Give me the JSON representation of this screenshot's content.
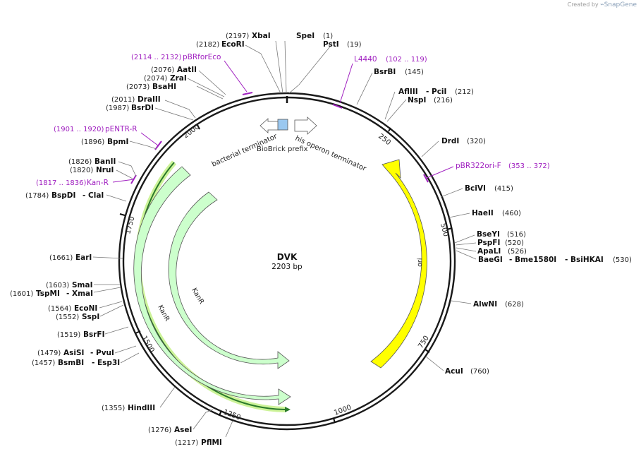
{
  "credit": {
    "prefix": "Created by",
    "brand": "SnapGene"
  },
  "plasmid": {
    "name": "DVK",
    "length_label": "2203 bp",
    "length": 2203
  },
  "ticks": [
    "250",
    "500",
    "750",
    "1000",
    "1250",
    "1500",
    "1750",
    "2000"
  ],
  "features": [
    {
      "label": "ori",
      "color": "#ffff00"
    },
    {
      "label": "KanR",
      "color": "#ccffcc"
    },
    {
      "label": "KanR",
      "color": "#ccffcc"
    },
    {
      "label": "KanR",
      "color": "#ccffcc"
    },
    {
      "label": "bacterial terminator"
    },
    {
      "label": "BioBrick prefix"
    },
    {
      "label": "his operon terminator"
    }
  ],
  "enzymes": [
    {
      "pos": "(2197)",
      "name": "XbaI"
    },
    {
      "pos": "(1)",
      "name": "SpeI"
    },
    {
      "pos": "(2182)",
      "name": "EcoRI"
    },
    {
      "pos": "(19)",
      "name": "PstI"
    },
    {
      "pos": "(2076)",
      "name": "AatII"
    },
    {
      "pos": "(2074)",
      "name": "ZraI"
    },
    {
      "pos": "(2073)",
      "name": "BsaHI"
    },
    {
      "pos": "(2011)",
      "name": "DraIII"
    },
    {
      "pos": "(1987)",
      "name": "BsrDI"
    },
    {
      "pos": "(1896)",
      "name": "BpmI"
    },
    {
      "pos": "(1826)",
      "name": "BanII"
    },
    {
      "pos": "(1820)",
      "name": "NruI"
    },
    {
      "pos": "(1784)",
      "name": "BspDI",
      "extra": "- ClaI"
    },
    {
      "pos": "(1661)",
      "name": "EarI"
    },
    {
      "pos": "(1603)",
      "name": "SmaI"
    },
    {
      "pos": "(1601)",
      "name": "TspMI",
      "extra": "- XmaI"
    },
    {
      "pos": "(1564)",
      "name": "EcoNI"
    },
    {
      "pos": "(1552)",
      "name": "SspI"
    },
    {
      "pos": "(1519)",
      "name": "BsrFI"
    },
    {
      "pos": "(1479)",
      "name": "AsiSI",
      "extra": "- PvuI"
    },
    {
      "pos": "(1457)",
      "name": "BsmBI",
      "extra": "- Esp3I"
    },
    {
      "pos": "(1355)",
      "name": "HindIII"
    },
    {
      "pos": "(1276)",
      "name": "AseI"
    },
    {
      "pos": "(1217)",
      "name": "PflMI"
    },
    {
      "pos": "(145)",
      "name": "BsrBI"
    },
    {
      "pos": "(212)",
      "name": "AflIII",
      "extra": "- PciI"
    },
    {
      "pos": "(216)",
      "name": "NspI"
    },
    {
      "pos": "(320)",
      "name": "DrdI"
    },
    {
      "pos": "(415)",
      "name": "BciVI"
    },
    {
      "pos": "(460)",
      "name": "HaeII"
    },
    {
      "pos": "(516)",
      "name": "BseYI"
    },
    {
      "pos": "(520)",
      "name": "PspFI"
    },
    {
      "pos": "(526)",
      "name": "ApaLI"
    },
    {
      "pos": "(530)",
      "name": "BaeGI",
      "extra": "- Bme1580I",
      "extra2": "- BsiHKAI"
    },
    {
      "pos": "(628)",
      "name": "AlwNI"
    },
    {
      "pos": "(760)",
      "name": "AcuI"
    }
  ],
  "primers": [
    {
      "range": "(2114 .. 2132)",
      "name": "pBRforEco"
    },
    {
      "range": "(102 .. 119)",
      "name": "L4440"
    },
    {
      "range": "(1901 .. 1920)",
      "name": "pENTR-R"
    },
    {
      "range": "(1817 .. 1836)",
      "name": "Kan-R"
    },
    {
      "range": "(353 .. 372)",
      "name": "pBR322ori-F"
    }
  ]
}
